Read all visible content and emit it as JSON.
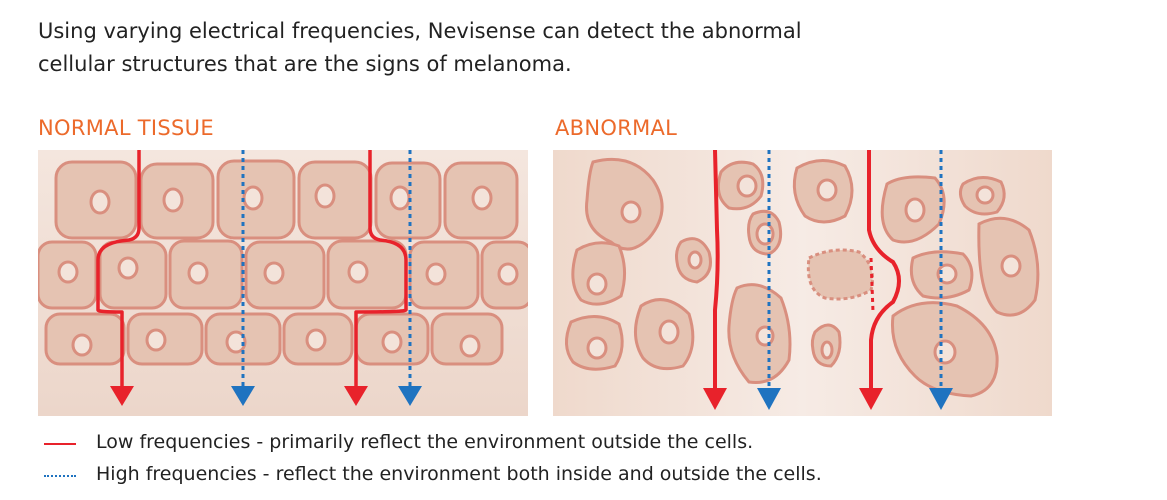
{
  "intro": {
    "line1": "Using varying electrical frequencies, Nevisense can detect the abnormal",
    "line2": "cellular structures that are the signs of melanoma."
  },
  "panels": {
    "normal": {
      "title": "NORMAL TISSUE"
    },
    "abnormal": {
      "title": "ABNORMAL"
    }
  },
  "legend": {
    "low": "Low frequencies - primarily reflect the environment outside the cells.",
    "high": "High frequencies - reflect the environment both inside and outside the cells."
  },
  "colors": {
    "title_orange": "#ec6a2b",
    "low_red": "#e8222b",
    "high_blue": "#1f73c0",
    "cell_fill": "#e5c3b2",
    "cell_stroke": "#d98f7f",
    "background": "#f3e3da"
  }
}
